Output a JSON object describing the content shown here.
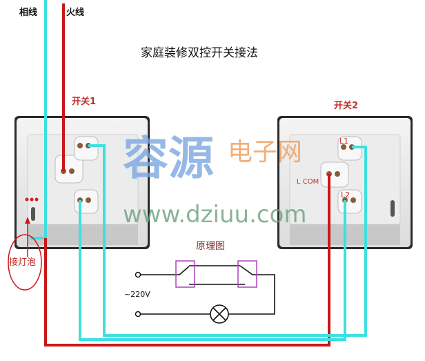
{
  "title": "家庭装修双控开关接法",
  "labels": {
    "neutral_wire": "相线",
    "live_wire": "火线",
    "switch1": "开关1",
    "switch2": "开关2",
    "terminal_l1": "L1",
    "terminal_l2": "L2",
    "terminal_com": "L COM",
    "bulb_connection": "接灯泡"
  },
  "schematic": {
    "title": "原理图",
    "voltage": "~220V"
  },
  "watermark": {
    "brand_cn": "容源",
    "brand_suffix": "电子网",
    "url": "www.dziuu.com"
  },
  "colors": {
    "cyan_wire": "#3de0e0",
    "red_wire": "#c81818",
    "label_red": "#c0302a",
    "switch_box": "#b040c0"
  }
}
